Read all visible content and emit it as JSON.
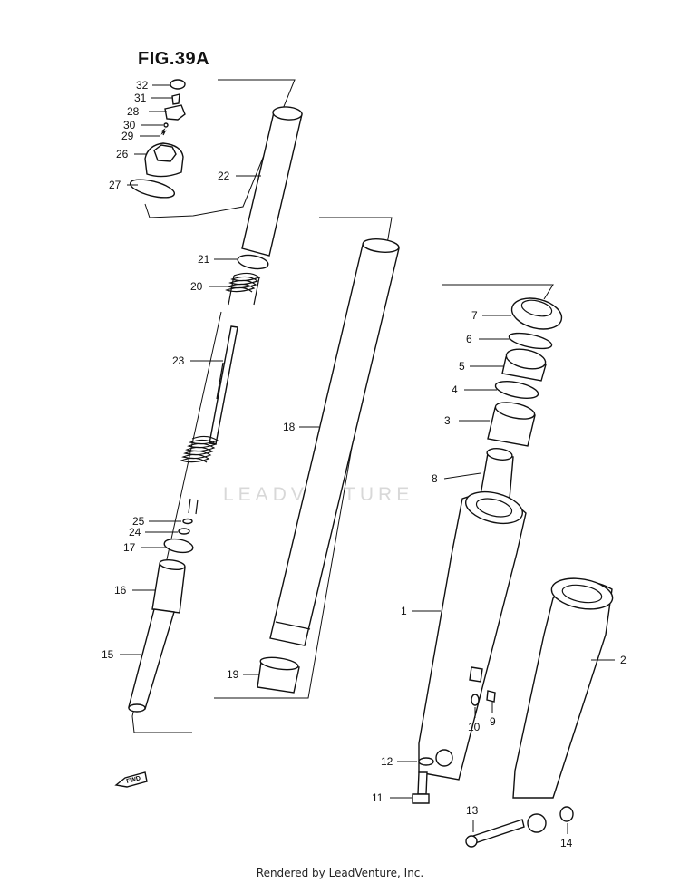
{
  "figure": {
    "title": "FIG.39A",
    "footer": "Rendered by LeadVenture, Inc.",
    "watermark": "LEADVENTURE",
    "fwd_label": "FWD"
  },
  "callouts": [
    {
      "id": "c32",
      "num": "32"
    },
    {
      "id": "c31",
      "num": "31"
    },
    {
      "id": "c28",
      "num": "28"
    },
    {
      "id": "c30",
      "num": "30"
    },
    {
      "id": "c29",
      "num": "29"
    },
    {
      "id": "c26",
      "num": "26"
    },
    {
      "id": "c27",
      "num": "27"
    },
    {
      "id": "c22",
      "num": "22"
    },
    {
      "id": "c21",
      "num": "21"
    },
    {
      "id": "c20",
      "num": "20"
    },
    {
      "id": "c23",
      "num": "23"
    },
    {
      "id": "c25",
      "num": "25"
    },
    {
      "id": "c24",
      "num": "24"
    },
    {
      "id": "c17",
      "num": "17"
    },
    {
      "id": "c16",
      "num": "16"
    },
    {
      "id": "c15",
      "num": "15"
    },
    {
      "id": "c18",
      "num": "18"
    },
    {
      "id": "c19",
      "num": "19"
    },
    {
      "id": "c7",
      "num": "7"
    },
    {
      "id": "c6",
      "num": "6"
    },
    {
      "id": "c5",
      "num": "5"
    },
    {
      "id": "c4",
      "num": "4"
    },
    {
      "id": "c3",
      "num": "3"
    },
    {
      "id": "c8",
      "num": "8"
    },
    {
      "id": "c1",
      "num": "1"
    },
    {
      "id": "c2",
      "num": "2"
    },
    {
      "id": "c10",
      "num": "10"
    },
    {
      "id": "c9",
      "num": "9"
    },
    {
      "id": "c12",
      "num": "12"
    },
    {
      "id": "c11",
      "num": "11"
    },
    {
      "id": "c13",
      "num": "13"
    },
    {
      "id": "c14",
      "num": "14"
    }
  ]
}
